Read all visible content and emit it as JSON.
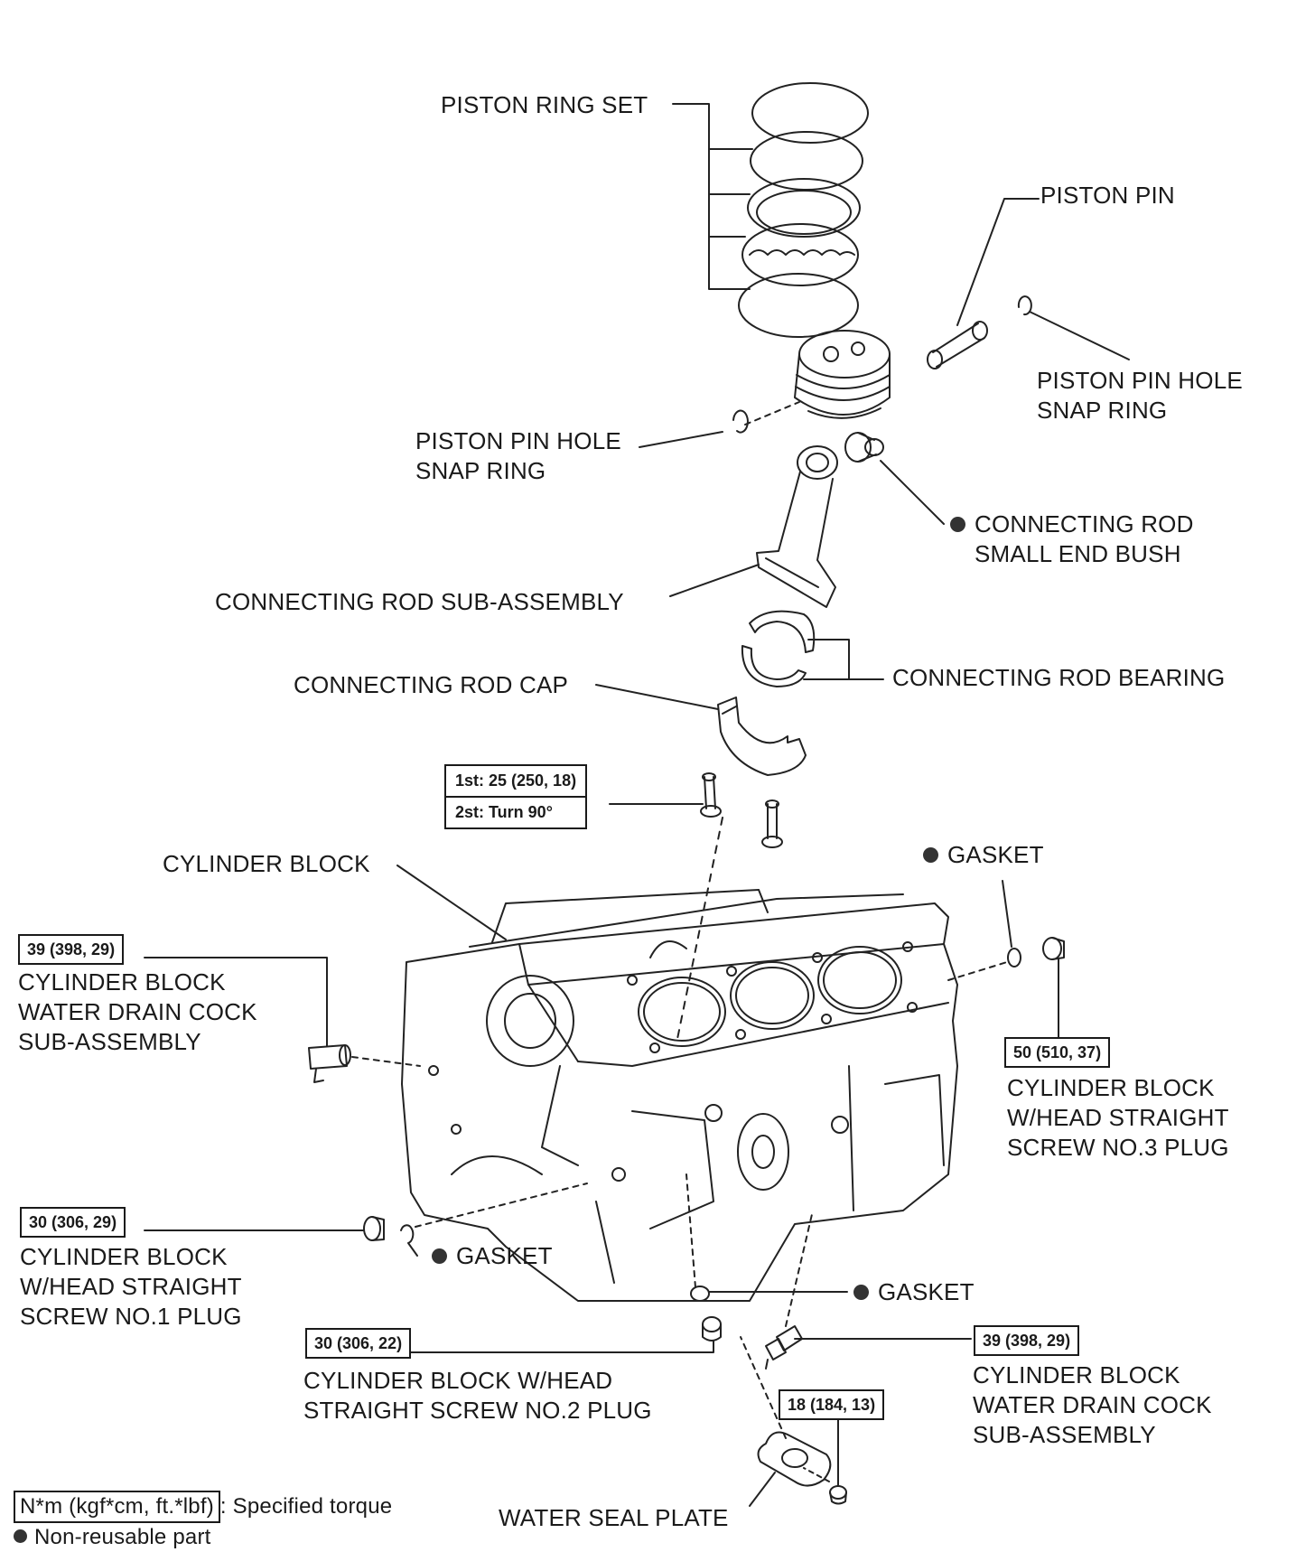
{
  "labels": {
    "piston_ring_set": "PISTON RING SET",
    "piston_pin": "PISTON PIN",
    "piston_pin_hole_snap_ring_right": [
      "PISTON PIN HOLE",
      "SNAP RING"
    ],
    "piston_pin_hole_snap_ring_left": [
      "PISTON PIN HOLE",
      "SNAP RING"
    ],
    "connecting_rod_small_end_bush": [
      "CONNECTING ROD",
      "SMALL END BUSH"
    ],
    "connecting_rod_sub_assembly": "CONNECTING ROD SUB-ASSEMBLY",
    "connecting_rod_bearing": "CONNECTING ROD BEARING",
    "connecting_rod_cap": "CONNECTING ROD CAP",
    "cylinder_block": "CYLINDER BLOCK",
    "gasket": "GASKET",
    "water_drain_cock_left": [
      "CYLINDER BLOCK",
      "WATER DRAIN COCK",
      "SUB-ASSEMBLY"
    ],
    "screw_no3_plug": [
      "CYLINDER BLOCK",
      "W/HEAD STRAIGHT",
      "SCREW NO.3 PLUG"
    ],
    "screw_no1_plug": [
      "CYLINDER BLOCK",
      "W/HEAD STRAIGHT",
      "SCREW NO.1 PLUG"
    ],
    "screw_no2_plug": [
      "CYLINDER BLOCK W/HEAD",
      "STRAIGHT SCREW NO.2 PLUG"
    ],
    "water_drain_cock_right": [
      "CYLINDER BLOCK",
      "WATER DRAIN COCK",
      "SUB-ASSEMBLY"
    ],
    "water_seal_plate": "WATER SEAL PLATE"
  },
  "torques": {
    "rod_cap_bolt": [
      "1st: 25 (250, 18)",
      "2st: Turn 90°"
    ],
    "drain_cock_left": "39 (398, 29)",
    "screw_no3_plug": "50 (510, 37)",
    "screw_no1_plug": "30 (306, 29)",
    "screw_no2_plug": "30 (306, 22)",
    "drain_cock_right": "39 (398, 29)",
    "water_seal_plate": "18 (184, 13)"
  },
  "legend": {
    "torque_unit": "N*m (kgf*cm, ft.*lbf)",
    "torque_desc": ": Specified torque",
    "nonreusable": "Non-reusable part"
  }
}
